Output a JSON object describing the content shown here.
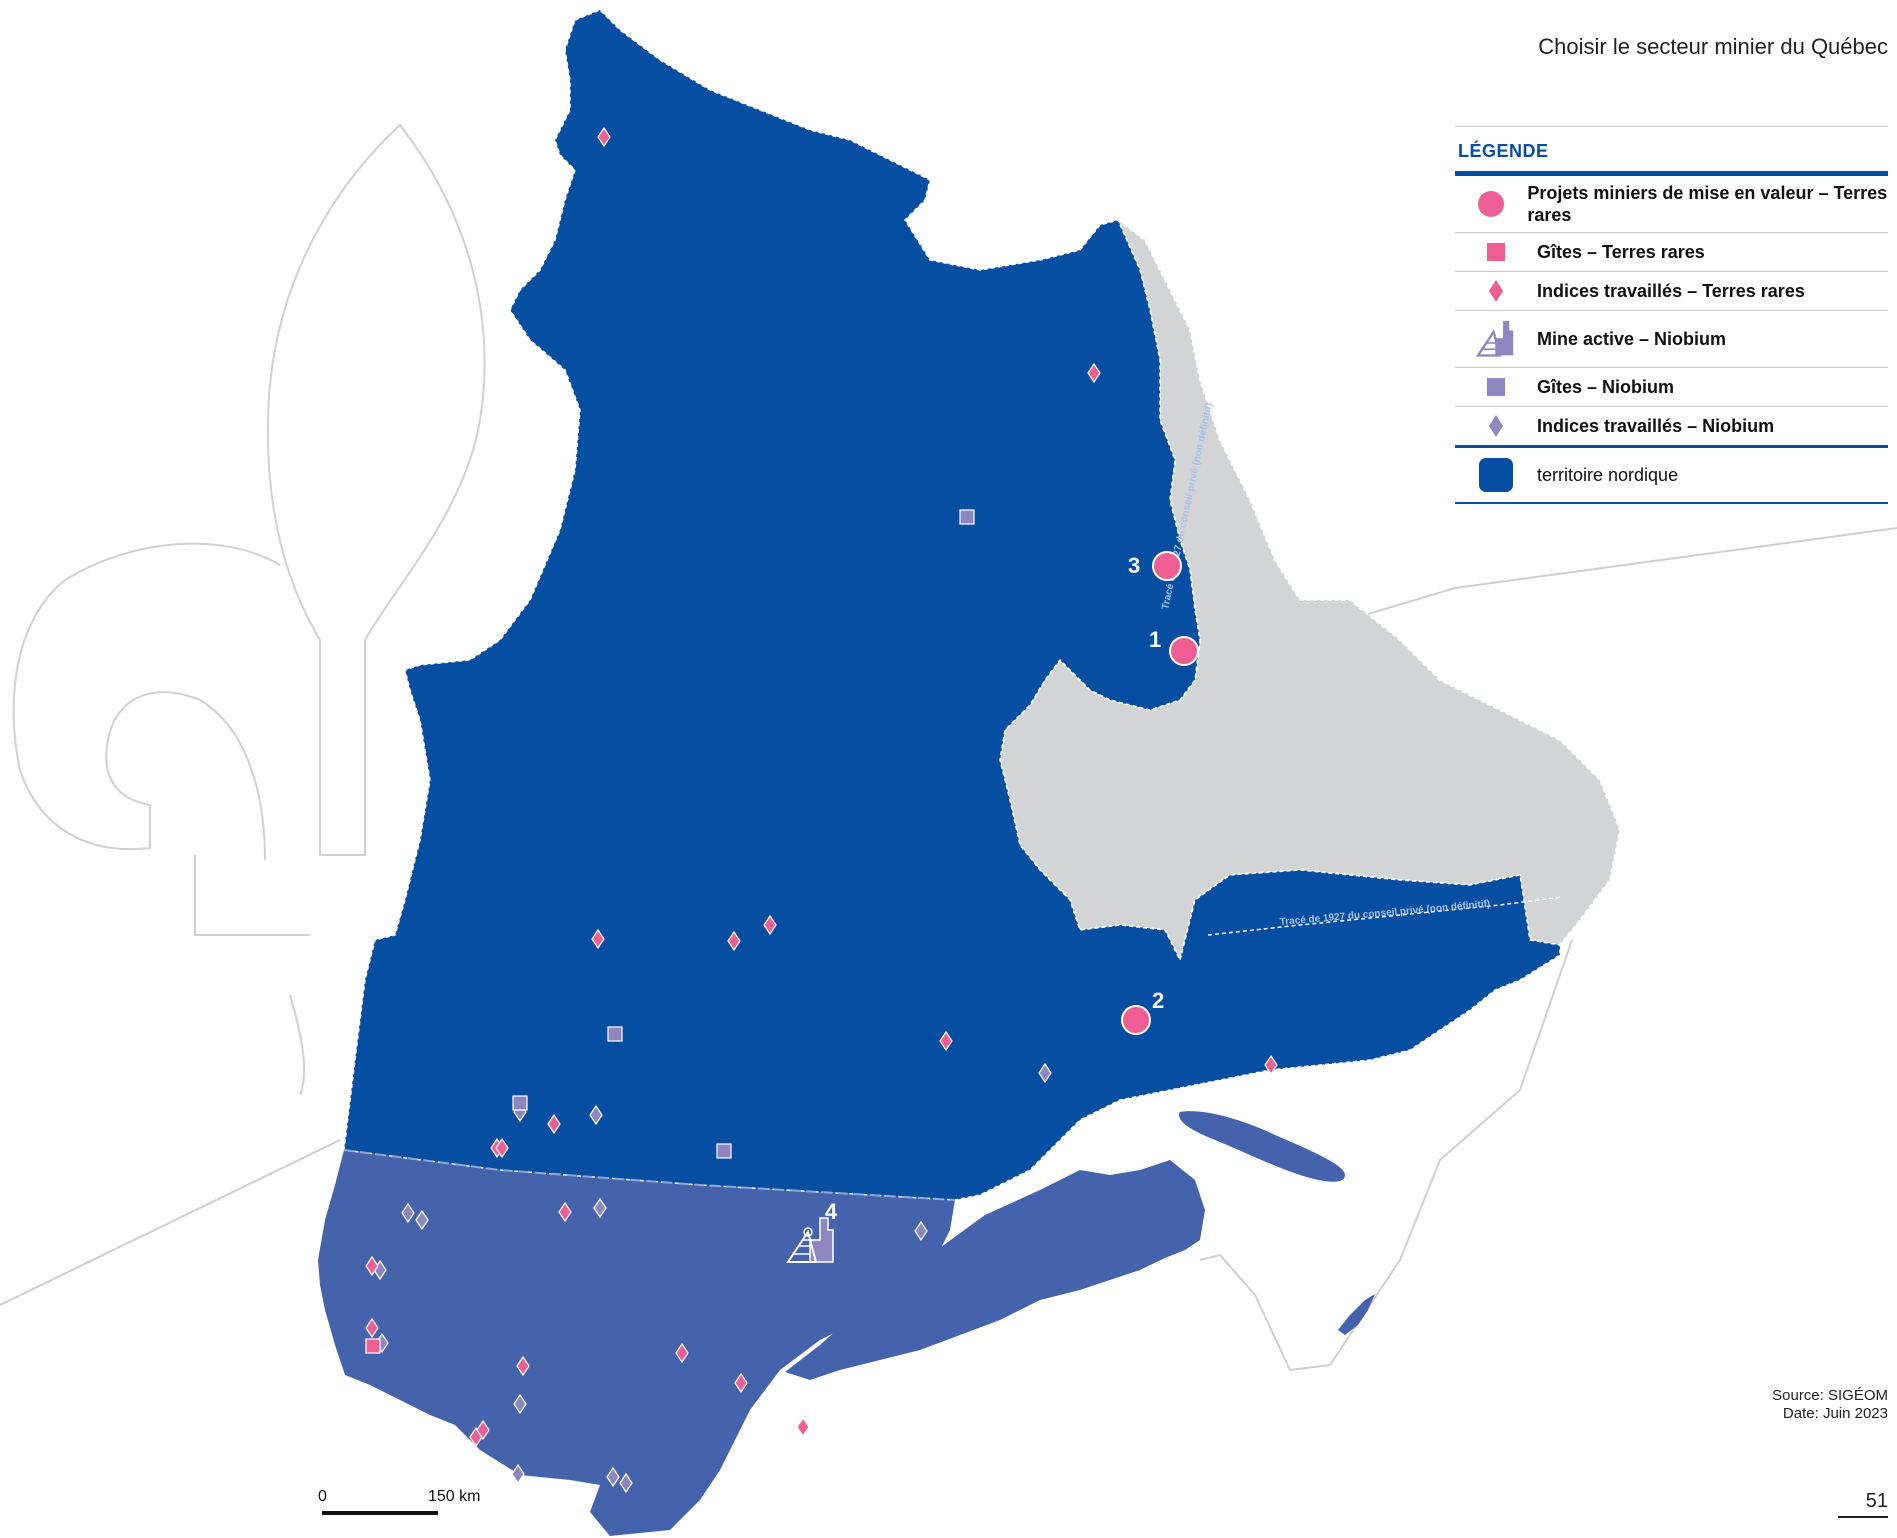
{
  "header": {
    "title": "Choisir le secteur minier du Québec"
  },
  "colors": {
    "territoire_nordique": "#054ea2",
    "territoire_sud": "#4563ad",
    "labrador": "#d3d4d6",
    "terres_rares": "#ee5d93",
    "niobium": "#8d86c1"
  },
  "legend": {
    "title": "LÉGENDE",
    "items": [
      {
        "label": "Projets miniers de mise en valeur – Terres rares",
        "icon": "pink-circle-icon"
      },
      {
        "label": "Gîtes – Terres rares",
        "icon": "pink-square-icon"
      },
      {
        "label": "Indices travaillés – Terres rares",
        "icon": "pink-diamond-icon"
      },
      {
        "label": "Mine active – Niobium",
        "icon": "mine-headframe-icon"
      },
      {
        "label": "Gîtes – Niobium",
        "icon": "purple-square-icon"
      },
      {
        "label": "Indices travaillés – Niobium",
        "icon": "purple-diamond-icon"
      },
      {
        "label": "territoire nordique",
        "icon": "blue-rounded-square-icon"
      }
    ]
  },
  "map": {
    "boundary_labels": {
      "labrador_west": "Tracé de 1927 du conseil privé (non définitif)",
      "labrador_south": "Tracé de 1927 du conseil privé (non définitif)"
    },
    "project_labels": [
      "1",
      "2",
      "3",
      "4"
    ]
  },
  "scale": {
    "start": "0",
    "end": "150 km"
  },
  "source": {
    "line1": "Source: SIGÉOM",
    "line2": "Date: Juin 2023"
  },
  "page_number": "51"
}
